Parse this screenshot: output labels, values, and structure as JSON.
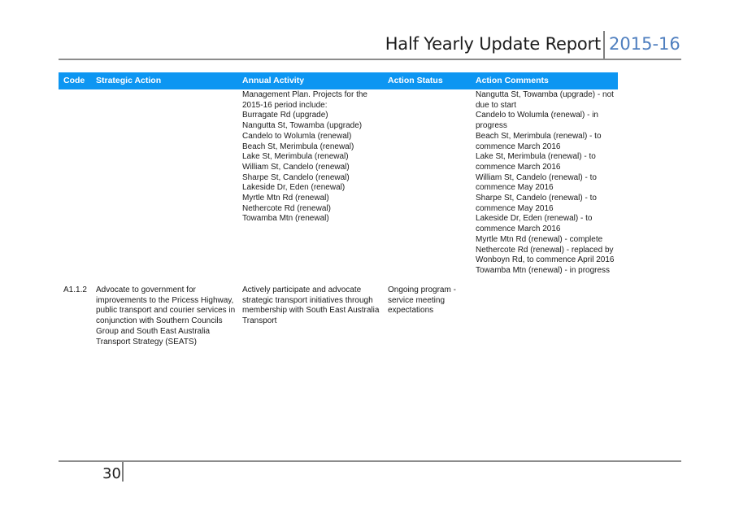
{
  "header": {
    "title": "Half Yearly Update Report",
    "year": "2015-16"
  },
  "table": {
    "columns": [
      "Code",
      "Strategic Action",
      "Annual Activity",
      "Action Status",
      "Action Comments"
    ],
    "rows": [
      {
        "code": "",
        "strategic_action": "",
        "annual_activity": "Management Plan.  Projects for the\n2015-16 period include:\nBurragate Rd (upgrade)\nNangutta St, Towamba (upgrade)\nCandelo to Wolumla (renewal)\nBeach St, Merimbula (renewal)\nLake St, Merimbula (renewal)\nWilliam St, Candelo (renewal)\nSharpe St, Candelo (renewal)\nLakeside Dr, Eden (renewal)\nMyrtle Mtn Rd (renewal)\nNethercote Rd (renewal)\nTowamba Mtn (renewal)",
        "action_status": "",
        "action_comments": "Nangutta St, Towamba (upgrade) - not\ndue to start\nCandelo to Wolumla (renewal) - in\nprogress\nBeach St, Merimbula (renewal) - to\ncommence March 2016\nLake St, Merimbula (renewal) - to\ncommence March 2016\nWilliam St, Candelo (renewal) - to\ncommence May 2016\nSharpe St, Candelo (renewal) - to\ncommence May 2016\nLakeside Dr, Eden (renewal) - to\ncommence March 2016\nMyrtle Mtn Rd (renewal) - complete\nNethercote Rd (renewal) - replaced by\nWonboyn Rd, to commence April 2016\nTowamba Mtn (renewal) - in progress"
      },
      {
        "code": "A1.1.2",
        "strategic_action": "Advocate to government for\nimprovements to the Pricess Highway,\npublic transport and courier services in\nconjunction with Southern Councils\nGroup and South East Australia\nTransport Strategy (SEATS)",
        "annual_activity": "Actively participate and advocate\nstrategic transport initiatives through\nmembership with South East Australia\nTransport",
        "action_status": "Ongoing program -\nservice meeting\nexpectations",
        "action_comments": ""
      }
    ]
  },
  "footer": {
    "page_number": "30"
  }
}
